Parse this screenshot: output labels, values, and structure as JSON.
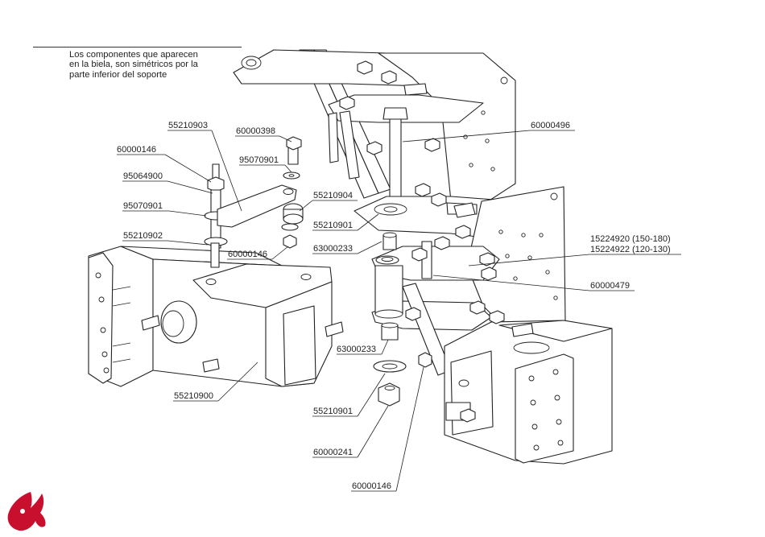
{
  "note": {
    "lines": [
      "Los componentes que aparecen",
      "en la biela, son simétricos por la",
      "parte inferior del soporte"
    ]
  },
  "callouts": [
    {
      "id": "c1",
      "text": "55210903"
    },
    {
      "id": "c2",
      "text": "60000398"
    },
    {
      "id": "c3",
      "text": "60000146"
    },
    {
      "id": "c4",
      "text": "95070901"
    },
    {
      "id": "c5",
      "text": "95064900"
    },
    {
      "id": "c6",
      "text": "55210904"
    },
    {
      "id": "c7",
      "text": "95070901"
    },
    {
      "id": "c8",
      "text": "55210901"
    },
    {
      "id": "c9",
      "text": "55210902"
    },
    {
      "id": "c10",
      "text": "63000233"
    },
    {
      "id": "c11",
      "text": "60000146"
    },
    {
      "id": "c12",
      "text": "60000496"
    },
    {
      "id": "c13",
      "text": "15224920 (150-180)"
    },
    {
      "id": "c14",
      "text": "15224922 (120-130)"
    },
    {
      "id": "c15",
      "text": "60000479"
    },
    {
      "id": "c16",
      "text": "63000233"
    },
    {
      "id": "c17",
      "text": "55210900"
    },
    {
      "id": "c18",
      "text": "55210901"
    },
    {
      "id": "c19",
      "text": "60000241"
    },
    {
      "id": "c20",
      "text": "60000146"
    }
  ],
  "colors": {
    "logo": "#c8102e",
    "ink": "#222222"
  },
  "logo_icon": "bird-logo-icon"
}
